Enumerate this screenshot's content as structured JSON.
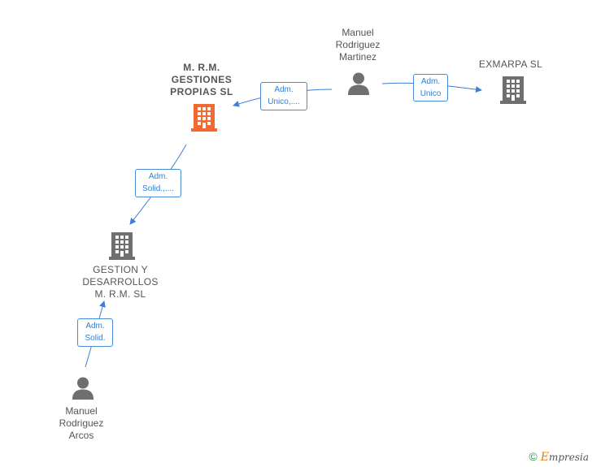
{
  "nodes": {
    "mrm": {
      "label": "M. R.M.\nGESTIONES\nPROPIAS  SL",
      "type": "company",
      "color": "#f26a32"
    },
    "manuel_martinez": {
      "label": "Manuel\nRodriguez\nMartinez",
      "type": "person",
      "color": "#6f6f6f"
    },
    "exmarpa": {
      "label": "EXMARPA  SL",
      "type": "company",
      "color": "#6f6f6f"
    },
    "gestion": {
      "label": "GESTION Y\nDESARROLLOS\nM. R.M.  SL",
      "type": "company",
      "color": "#6f6f6f"
    },
    "manuel_arcos": {
      "label": "Manuel\nRodriguez\nArcos",
      "type": "person",
      "color": "#6f6f6f"
    }
  },
  "edges": {
    "e1": {
      "line1": "Adm.",
      "line2": "Unico,...."
    },
    "e2": {
      "line1": "Adm.",
      "line2": "Unico"
    },
    "e3": {
      "line1": "Adm.",
      "line2": "Solid.,...."
    },
    "e4": {
      "line1": "Adm.",
      "line2": "Solid."
    }
  },
  "edge_color": "#3d7fd6",
  "footer": {
    "copyright": "©",
    "brand_initial": "E",
    "brand_rest": "mpresia"
  }
}
